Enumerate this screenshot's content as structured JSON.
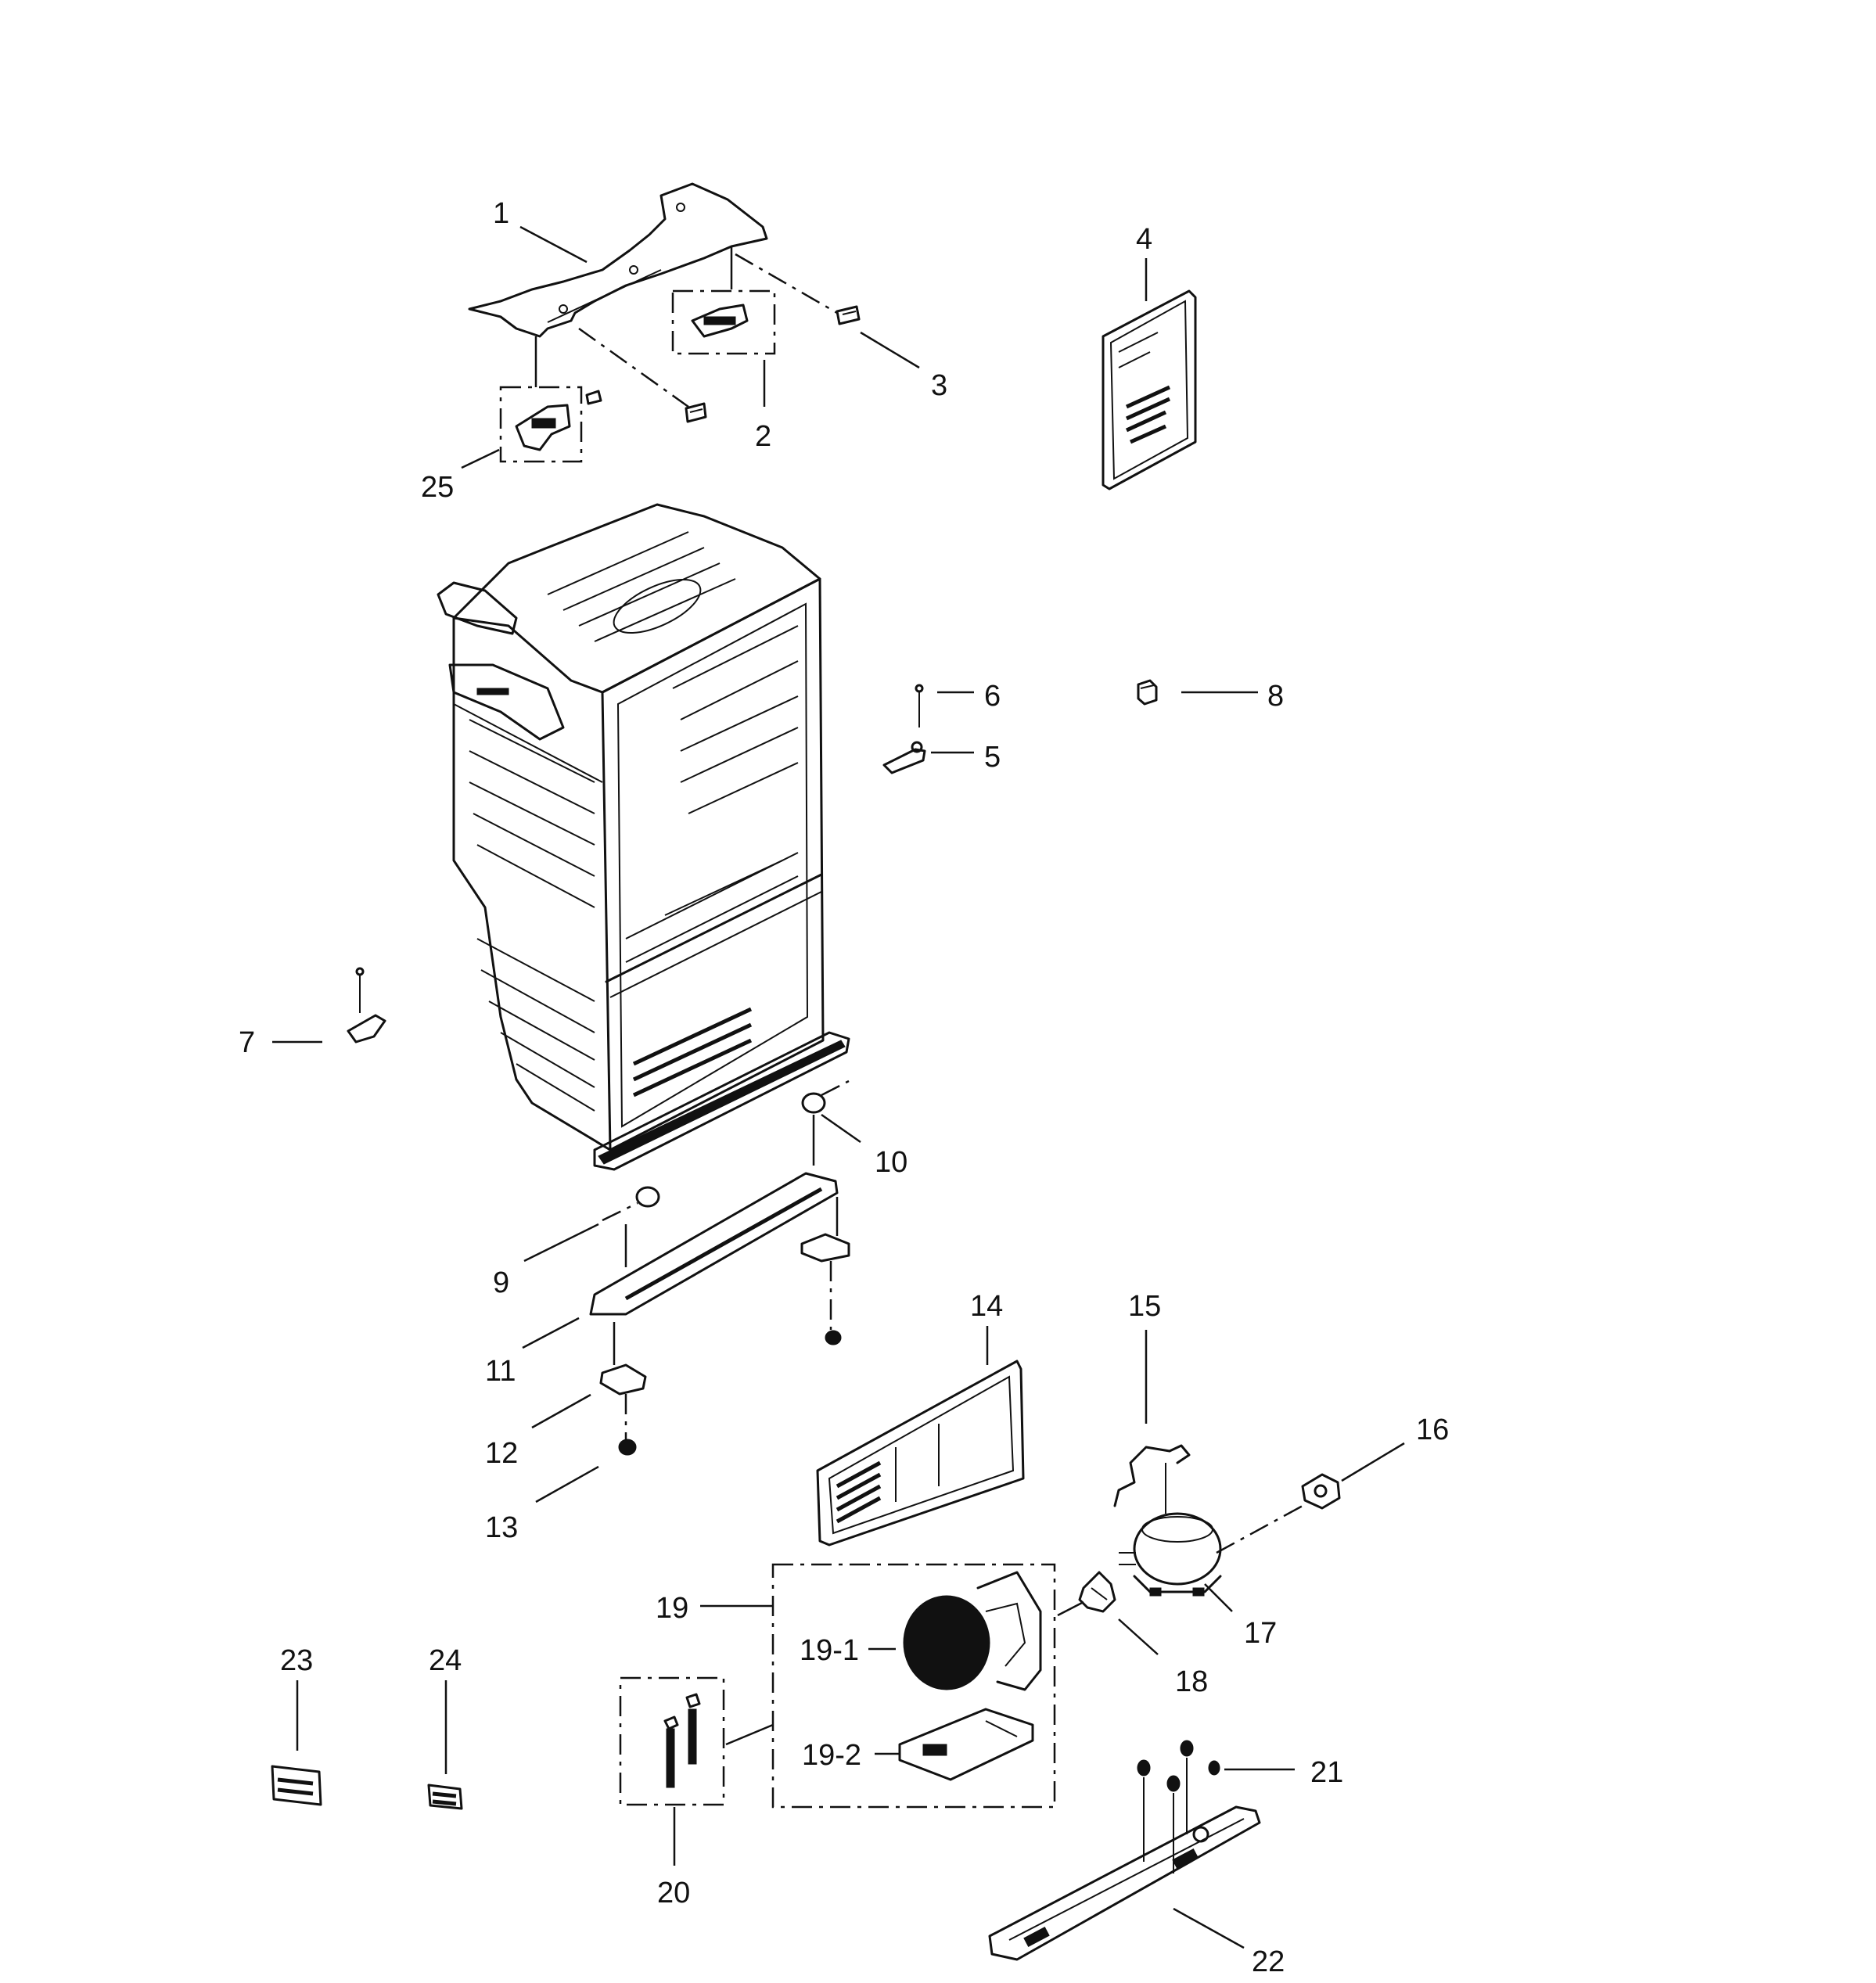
{
  "callouts": {
    "c1": "1",
    "c2": "2",
    "c3": "3",
    "c4": "4",
    "c5": "5",
    "c6": "6",
    "c7": "7",
    "c8": "8",
    "c9": "9",
    "c10": "10",
    "c11": "11",
    "c12": "12",
    "c13": "13",
    "c14": "14",
    "c15": "15",
    "c16": "16",
    "c17": "17",
    "c18": "18",
    "c19": "19",
    "c19_1": "19-1",
    "c19_2": "19-2",
    "c20": "20",
    "c21": "21",
    "c22": "22",
    "c23": "23",
    "c24": "24",
    "c25": "25"
  }
}
